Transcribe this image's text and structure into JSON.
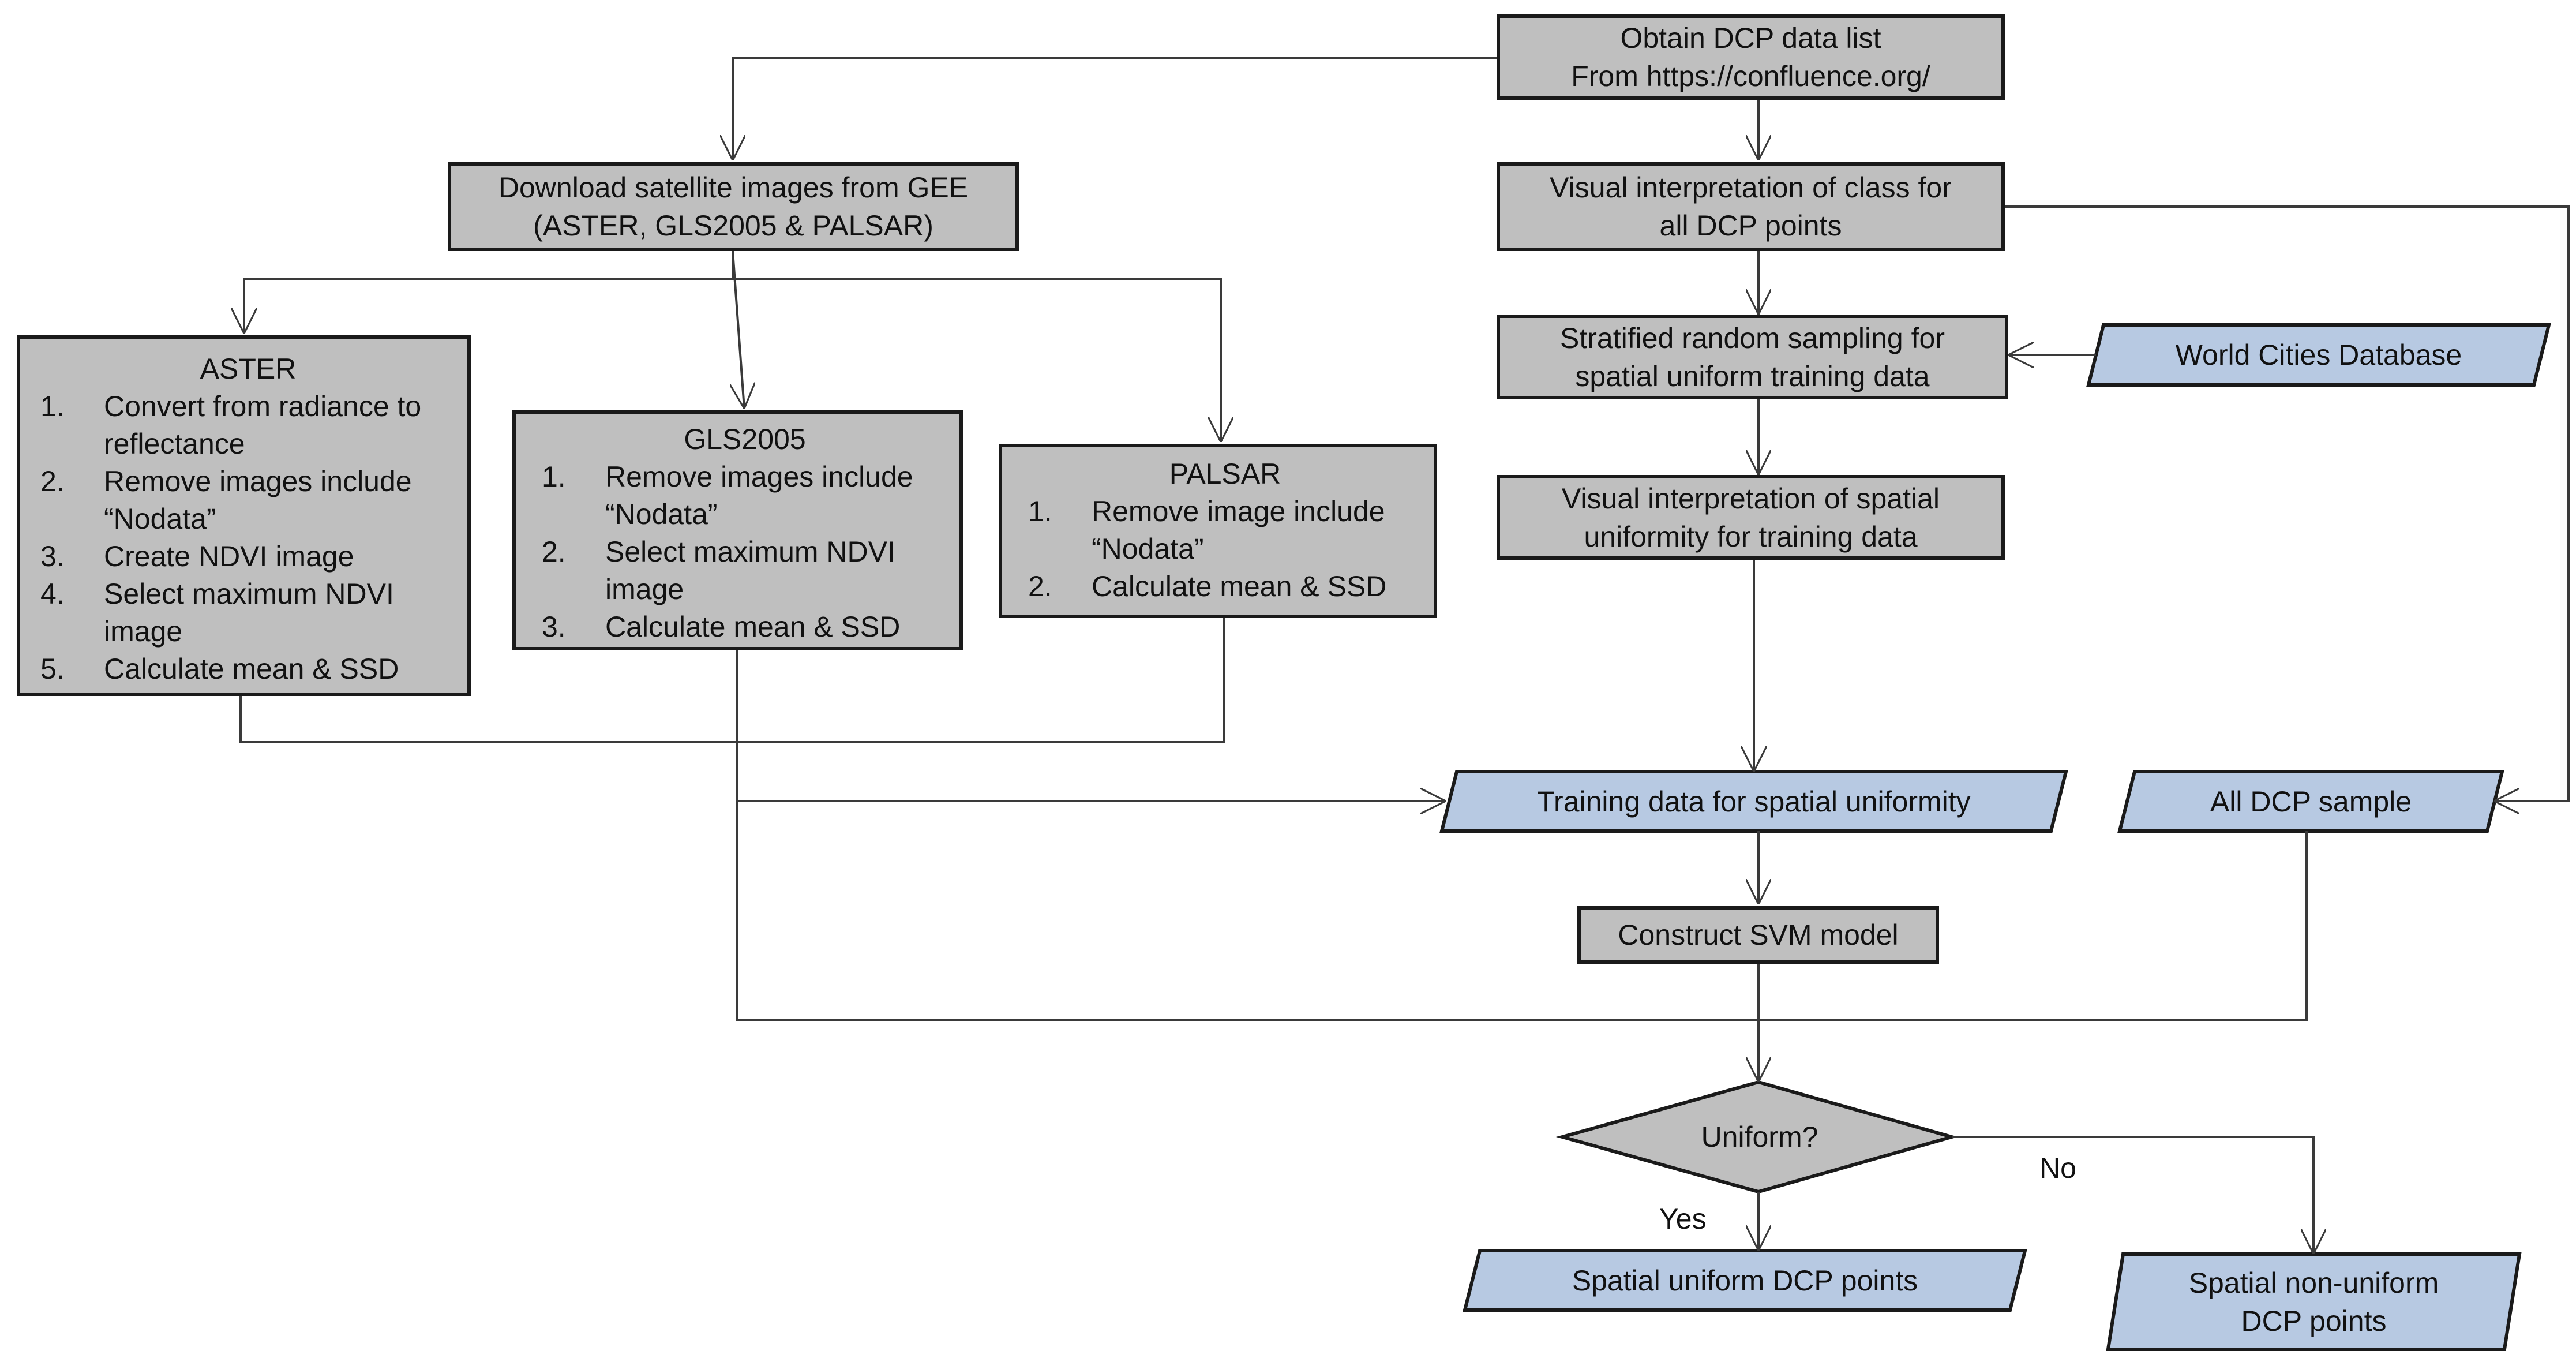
{
  "nodes": {
    "obtain_dcp": {
      "line1": "Obtain DCP data list",
      "line2": "From https://confluence.org/"
    },
    "download": {
      "line1": "Download satellite images from GEE",
      "line2": "(ASTER, GLS2005 & PALSAR)"
    },
    "visual_class": {
      "line1": "Visual interpretation of class for",
      "line2": "all DCP points"
    },
    "stratified": {
      "line1": "Stratified random sampling for",
      "line2": "spatial uniform training data"
    },
    "world_cities": {
      "label": "World Cities Database"
    },
    "visual_uniformity": {
      "line1": "Visual interpretation of spatial",
      "line2": "uniformity for training data"
    },
    "aster": {
      "title": "ASTER",
      "steps": [
        {
          "num": "1.",
          "text": "Convert from radiance to reflectance"
        },
        {
          "num": "2.",
          "text": "Remove images include “Nodata”"
        },
        {
          "num": "3.",
          "text": "Create NDVI image"
        },
        {
          "num": "4.",
          "text": "Select maximum NDVI image"
        },
        {
          "num": "5.",
          "text": "Calculate mean & SSD"
        }
      ]
    },
    "gls2005": {
      "title": "GLS2005",
      "steps": [
        {
          "num": "1.",
          "text": "Remove images include “Nodata”"
        },
        {
          "num": "2.",
          "text": "Select maximum NDVI image"
        },
        {
          "num": "3.",
          "text": "Calculate mean & SSD"
        }
      ]
    },
    "palsar": {
      "title": "PALSAR",
      "steps": [
        {
          "num": "1.",
          "text": "Remove image include “Nodata”"
        },
        {
          "num": "2.",
          "text": "Calculate mean & SSD"
        }
      ]
    },
    "training_data": {
      "label": "Training data for spatial uniformity"
    },
    "all_dcp": {
      "label": "All DCP sample"
    },
    "svm": {
      "label": "Construct SVM model"
    },
    "uniform": {
      "label": "Uniform?"
    },
    "uniform_points": {
      "label": "Spatial uniform DCP points"
    },
    "non_uniform_points": {
      "line1": "Spatial non-uniform",
      "line2": "DCP points"
    }
  },
  "edge_labels": {
    "yes": "Yes",
    "no": "No"
  },
  "colors": {
    "process_fill": "#bfbfbf",
    "data_fill": "#b7c9e2",
    "stroke": "#1a1a1a",
    "line": "#3a3a3a"
  }
}
